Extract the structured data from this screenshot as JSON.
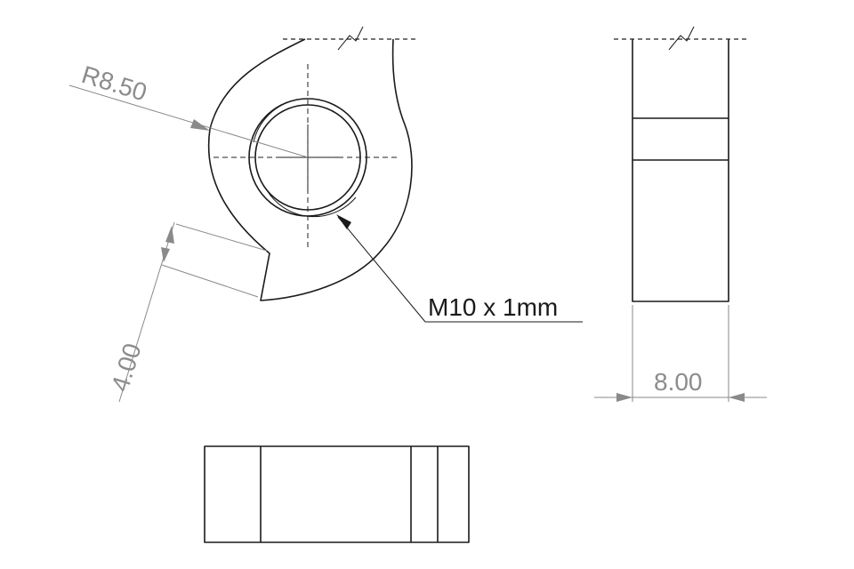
{
  "drawing": {
    "dimensions": {
      "radius_label": "R8.50",
      "offset_label": "4.00",
      "width_label": "8.00"
    },
    "callout": {
      "thread_label": "M10 x 1mm"
    },
    "views": [
      "front-view",
      "side-view",
      "top-view"
    ]
  }
}
